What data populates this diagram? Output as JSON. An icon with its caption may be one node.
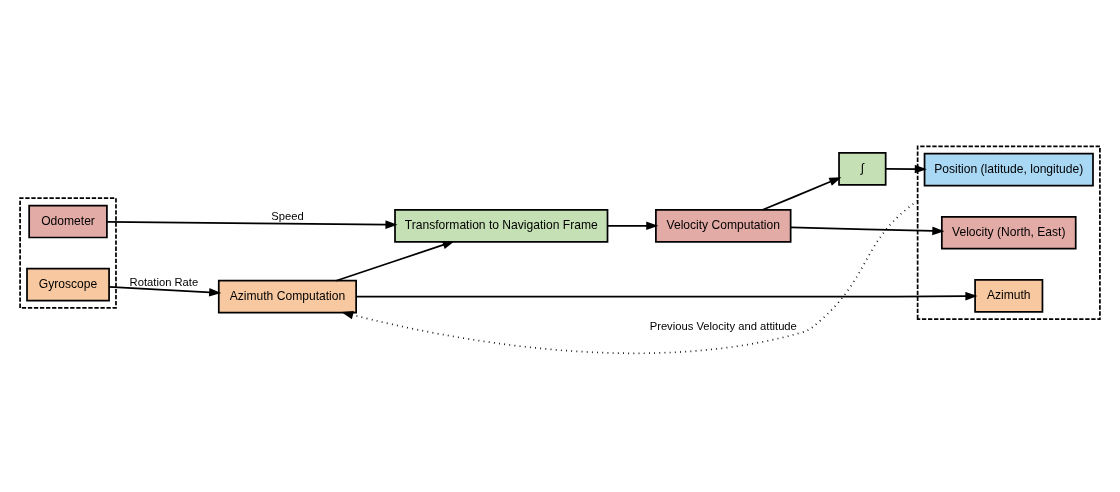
{
  "diagram": {
    "nodes": [
      {
        "text": [],
        "shape": "box"
      },
      {
        "text": [
          "Odometer"
        ],
        "in": 0
      },
      {
        "text": [
          "Gyroscope"
        ],
        "in": 0
      },
      {
        "text": [
          "Transformation to Navigation Frame"
        ]
      },
      {
        "text": [
          "Velocity Computation"
        ]
      },
      {
        "text": [
          "∫"
        ]
      },
      {
        "text": [
          "Azimuth Computation"
        ]
      },
      {
        "text": [],
        "shape": "box"
      },
      {
        "text": [
          "Position (latitude, longitude)"
        ],
        "in": 7
      },
      {
        "text": [
          "Velocity (North, East)"
        ],
        "in": 7
      },
      {
        "text": [
          "Azimuth"
        ],
        "in": 7
      }
    ],
    "edges": [
      {
        "from": 1,
        "to": 3,
        "arrow": "to",
        "label": "Speed"
      },
      {
        "from": 3,
        "to": 4,
        "arrow": "to"
      },
      {
        "from": 4,
        "to": 5,
        "arrow": "to"
      },
      {
        "from": 5,
        "to": 8,
        "arrow": "to"
      },
      {
        "from": 4,
        "to": 9,
        "arrow": "to"
      },
      {
        "from": 7,
        "to": 6,
        "arrow": "to",
        "label": "Previous Velocity and attitude",
        "style": "dashed"
      },
      {
        "from": 2,
        "to": 6,
        "arrow": "to",
        "label": "Rotation Rate"
      },
      {
        "from": 6,
        "to": 3,
        "arrow": "to"
      },
      {
        "from": 6,
        "to": 10,
        "arrow": "to"
      }
    ]
  }
}
